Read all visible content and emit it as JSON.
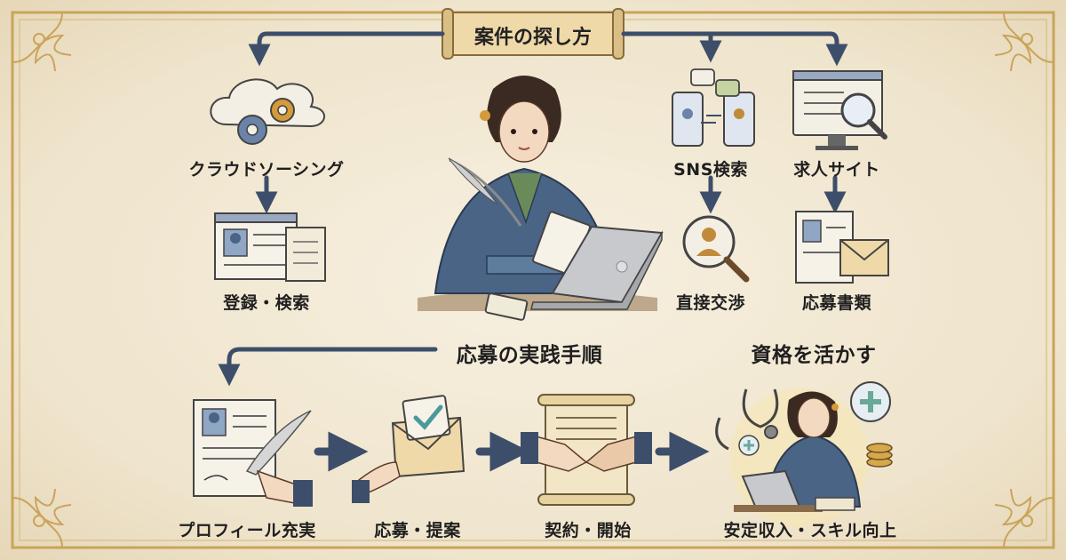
{
  "header": {
    "title": "案件の探し方"
  },
  "search_methods": {
    "crowdsourcing": "クラウドソーシング",
    "register_search": "登録・検索",
    "sns_search": "SNS検索",
    "direct_negotiation": "直接交渉",
    "job_site": "求人サイト",
    "application_docs": "応募書類"
  },
  "practice": {
    "title": "応募の実践手順",
    "steps": [
      "プロフィール充実",
      "応募・提案",
      "契約・開始"
    ]
  },
  "qualification": {
    "title": "資格を活かす",
    "result": "安定収入・スキル向上"
  },
  "colors": {
    "arrow": "#3d4e6a",
    "kimono": "#4a6486",
    "parchment": "#f5eedd",
    "gold": "#c9a45a"
  }
}
